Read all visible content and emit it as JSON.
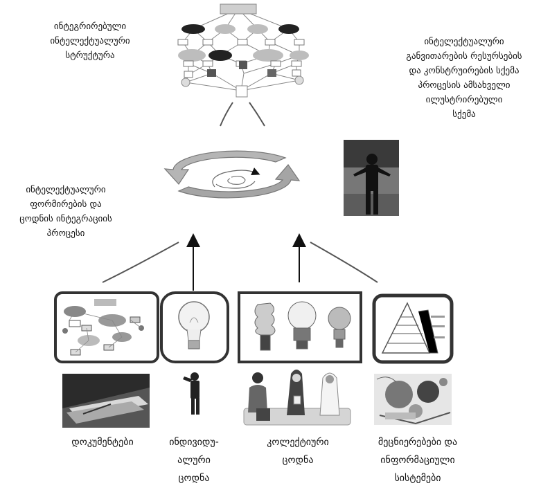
{
  "labels": {
    "structure": "ინტეგრირებული\nინტელექტუალური\nსტრუქტურა",
    "scheme": "ინტელექტუალური\nგანვითარების რესურსების\nდა კონსტრუირების სქემა\nპროცესის ამსახველი\nილუსტრირებული\nსქემა",
    "process": "ინტელექტუალური\nფორმირების და\nცოდნის ინტეგრაციის\nპროცესი"
  },
  "captions": {
    "documents": "დოკუმენტები",
    "individual": "ინდივიდუ-\nალური\nცოდნა",
    "collective": "კოლექტიური\nცოდნა",
    "science": "მეცნიერებები და\nინფორმაციული\nსისტემები"
  },
  "colors": {
    "ink": "#111111",
    "gray": "#9a9a9a",
    "lightgray": "#cfcfcf",
    "dark": "#2a2a2a"
  }
}
